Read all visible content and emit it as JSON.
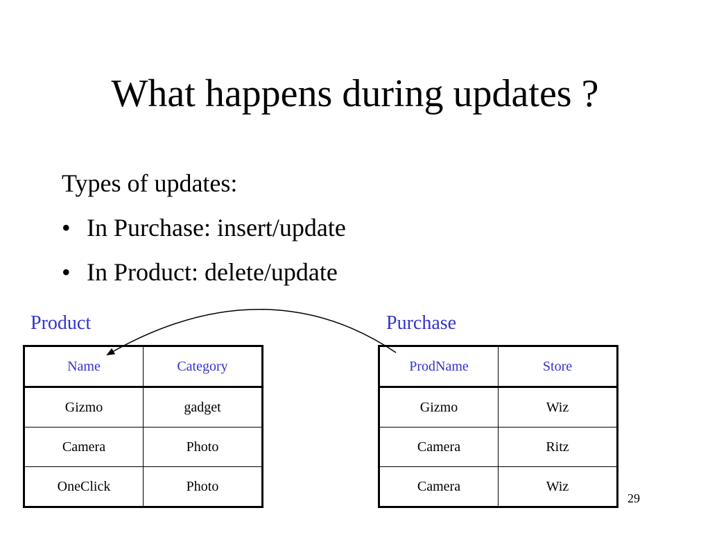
{
  "slide": {
    "title": "What happens during updates ?",
    "intro": "Types of updates:",
    "bullets": [
      "In Purchase: insert/update",
      "In Product: delete/update"
    ],
    "page_number": "29"
  },
  "product": {
    "label": "Product",
    "columns": [
      "Name",
      "Category"
    ],
    "rows": [
      [
        "Gizmo",
        "gadget"
      ],
      [
        "Camera",
        "Photo"
      ],
      [
        "OneClick",
        "Photo"
      ]
    ]
  },
  "purchase": {
    "label": "Purchase",
    "columns": [
      "ProdName",
      "Store"
    ],
    "rows": [
      [
        "Gizmo",
        "Wiz"
      ],
      [
        "Camera",
        "Ritz"
      ],
      [
        "Camera",
        "Wiz"
      ]
    ]
  },
  "colors": {
    "header_text": "#3333cc",
    "text": "#000000",
    "background": "#ffffff"
  }
}
